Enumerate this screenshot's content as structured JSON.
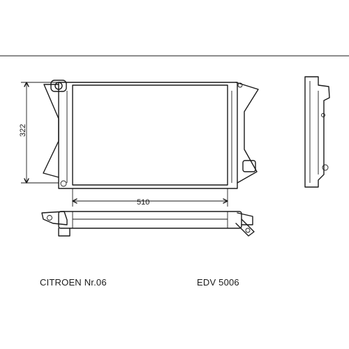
{
  "dimensions": {
    "height_label": "322",
    "width_label": "510"
  },
  "caption": {
    "model": "CITROEN Nr.06",
    "part_number": "EDV 5006"
  }
}
